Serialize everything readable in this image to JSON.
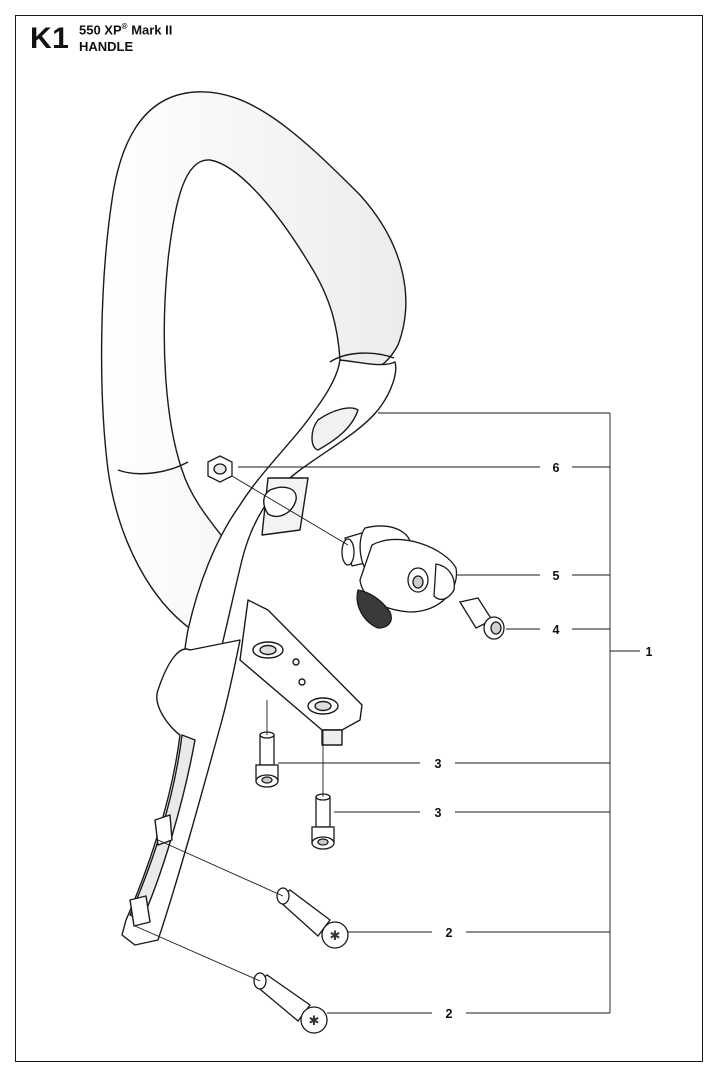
{
  "header": {
    "section_code": "K1",
    "model_name": "550 XP",
    "model_mark": "®",
    "model_suffix": "Mark II",
    "section_name": "HANDLE"
  },
  "diagram": {
    "callouts": [
      {
        "id": "callout-6",
        "label": "6"
      },
      {
        "id": "callout-5",
        "label": "5"
      },
      {
        "id": "callout-4",
        "label": "4"
      },
      {
        "id": "callout-1",
        "label": "1"
      },
      {
        "id": "callout-3a",
        "label": "3"
      },
      {
        "id": "callout-3b",
        "label": "3"
      },
      {
        "id": "callout-2a",
        "label": "2"
      },
      {
        "id": "callout-2b",
        "label": "2"
      }
    ]
  },
  "colors": {
    "line": "#1a1a1a",
    "fill": "#ffffff",
    "shade": "#d9d9d9"
  }
}
